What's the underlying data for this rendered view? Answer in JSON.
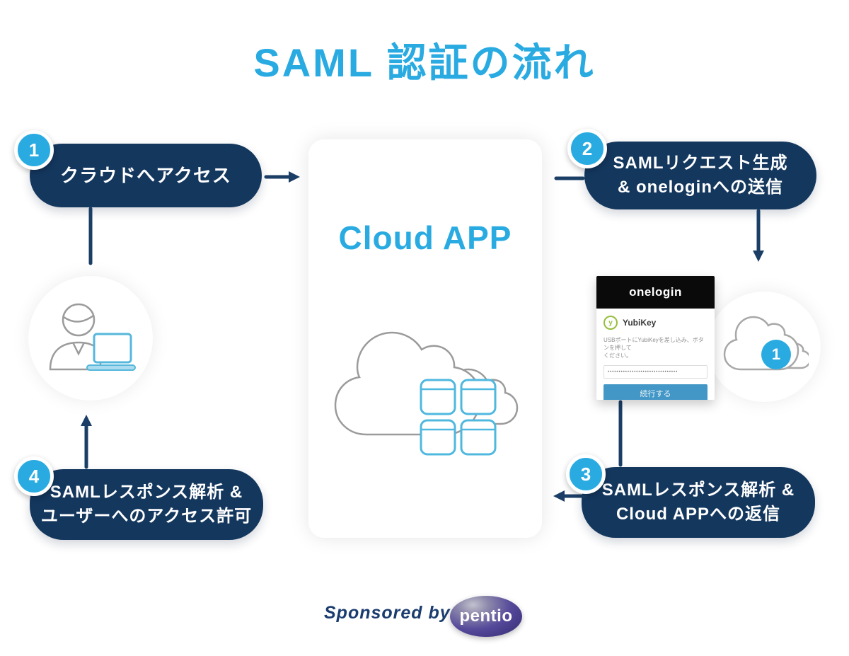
{
  "title": "SAML 認証の流れ",
  "colors": {
    "accent_blue": "#29ABE2",
    "pill_navy": "#14375E",
    "arrow_navy": "#1B3E66",
    "onelogin_black": "#0a0a0a",
    "yubikey_green": "#96BE3C",
    "button_blue": "#4397C6",
    "pentio_purple": "#54489A"
  },
  "steps": [
    {
      "number": "1",
      "lines": [
        "クラウドへアクセス"
      ]
    },
    {
      "number": "2",
      "lines": [
        "SAMLリクエスト生成",
        "& oneloginへの送信"
      ]
    },
    {
      "number": "3",
      "lines": [
        "SAMLレスポンス解析 &",
        "Cloud APPへの返信"
      ]
    },
    {
      "number": "4",
      "lines": [
        "SAMLレスポンス解析 &",
        "ユーザーへのアクセス許可"
      ]
    }
  ],
  "center_card": {
    "title": "Cloud APP"
  },
  "onelogin": {
    "brand": "onelogin",
    "provider": "YubiKey",
    "instruction_line1": "USBポートにYubiKeyを差し込み、ボタンを押して",
    "instruction_line2": "ください。",
    "input_value": "••••••••••••••••••••••••••••••••",
    "button_label": "続行する"
  },
  "cloud_badge": "1",
  "icons": {
    "user_laptop": "user-at-laptop-icon",
    "cloud_app": "cloud-with-apps-icon",
    "idp_cloud": "cloud-icon"
  },
  "footer": {
    "sponsored_text": "Sponsored by",
    "logo_text": "pentio"
  }
}
